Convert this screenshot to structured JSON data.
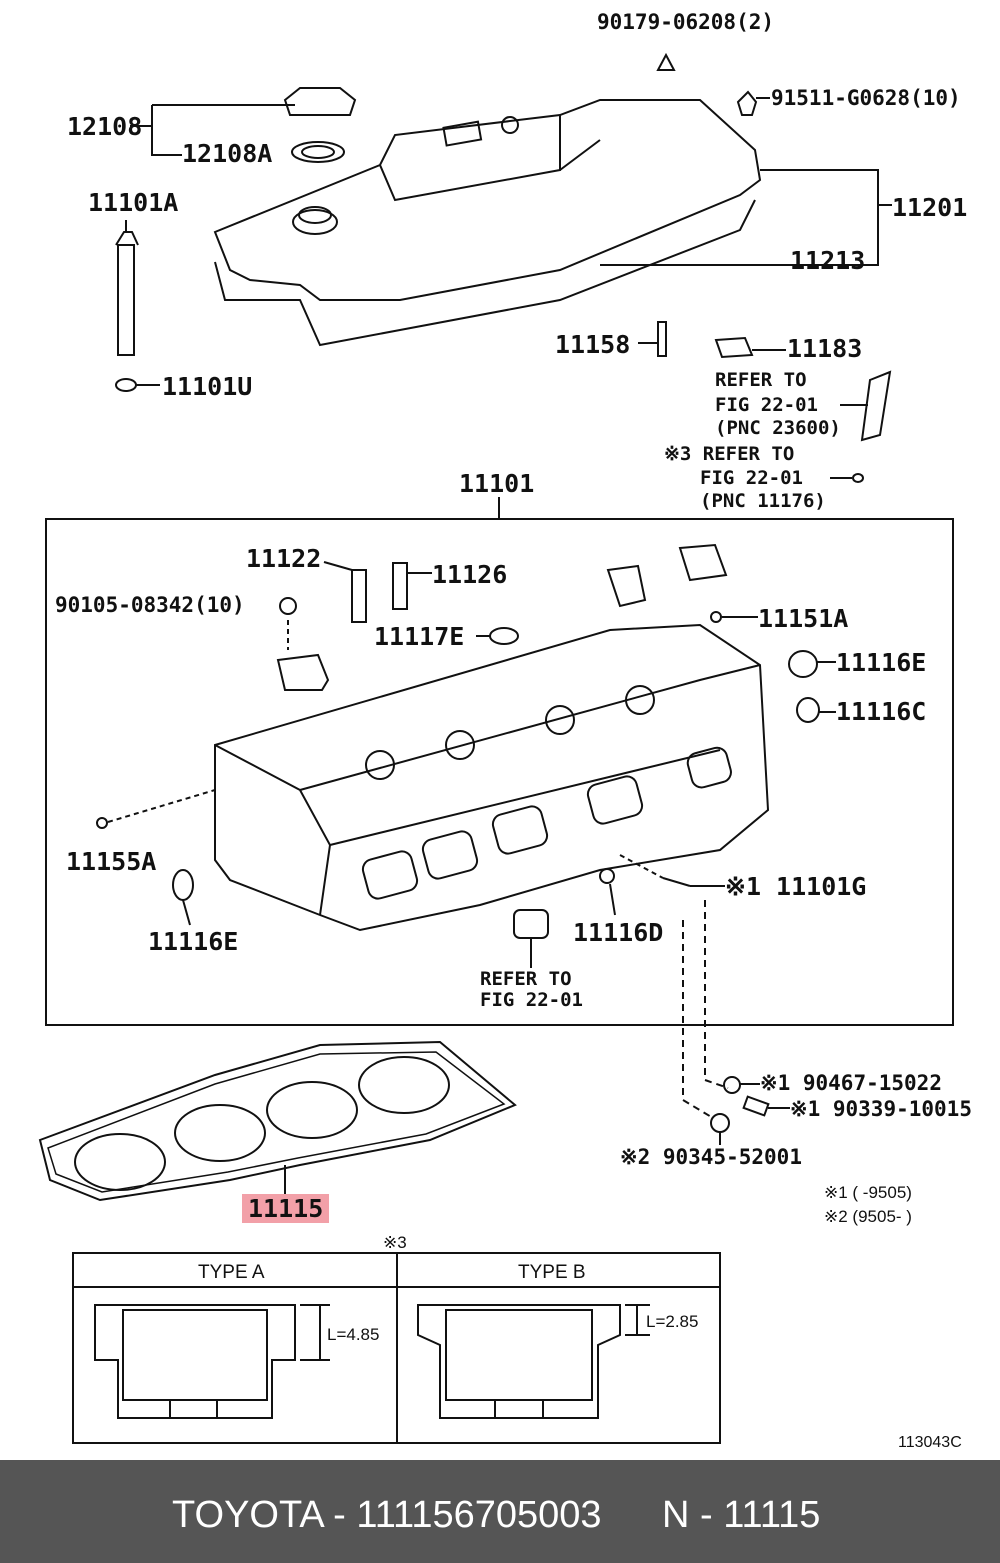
{
  "labels": {
    "p90179": "90179-06208(2)",
    "p91511": "91511-G0628(10)",
    "p12108": "12108",
    "p12108A": "12108A",
    "p11101A": "11101A",
    "p11201": "11201",
    "p11213": "11213",
    "p11101U": "11101U",
    "p11158": "11158",
    "p11183": "11183",
    "refer1": "REFER TO",
    "fig1": "FIG 22-01",
    "pnc1": "(PNC 23600)",
    "refer2": "※3 REFER TO",
    "fig2": "FIG 22-01",
    "pnc2": "(PNC 11176)",
    "p11101": "11101",
    "p11122": "11122",
    "p11126": "11126",
    "p90105": "90105-08342(10)",
    "p11117E": "11117E",
    "p11151A": "11151A",
    "p11116E_a": "11116E",
    "p11116C": "11116C",
    "p11155A": "11155A",
    "p11101G": "※1 11101G",
    "p11116E_b": "11116E",
    "p11116D": "11116D",
    "refer3": "REFER TO",
    "fig3": "FIG 22-01",
    "p90467": "※1 90467-15022",
    "p90339": "※1 90339-10015",
    "p90345": "※2 90345-52001",
    "p11115": "11115",
    "note1": "※1 (     -9505)",
    "note2": "※2 (9505-     )",
    "note3": "※3",
    "typeA": "TYPE A",
    "typeB": "TYPE B",
    "dimA": "L=4.85",
    "dimB": "L=2.85",
    "figcode": "113043C"
  },
  "footer": {
    "brand_part": "TOYOTA - 111156705003",
    "ref": "N - 11115"
  },
  "colors": {
    "highlight": "#f2a0a8",
    "footer_bg": "#555555"
  }
}
